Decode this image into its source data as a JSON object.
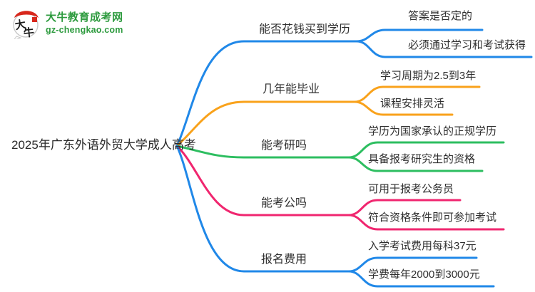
{
  "logo": {
    "site_name": "大牛教育成考网",
    "site_domain": "gz-chengkao.com",
    "icon_char_1": "大",
    "icon_char_2": "牛",
    "brand_green": "#2E9B3F",
    "icon_red": "#D8271C"
  },
  "mindmap": {
    "root": "2025年广东外语外贸大学成人高考",
    "branches": [
      {
        "label": "能否花钱买到学历",
        "color": "#2088E8",
        "children": [
          "答案是否定的",
          "必须通过学习和考试获得"
        ]
      },
      {
        "label": "几年能毕业",
        "color": "#F9A21B",
        "children": [
          "学习周期为2.5到3年",
          "课程安排灵活"
        ]
      },
      {
        "label": "能考研吗",
        "color": "#2DBE60",
        "children": [
          "学历为国家承认的正规学历",
          "具备报考研究生的资格"
        ]
      },
      {
        "label": "能考公吗",
        "color": "#F0266F",
        "children": [
          "可用于报考公务员",
          "符合资格条件即可参加考试"
        ]
      },
      {
        "label": "报名费用",
        "color": "#2088E8",
        "children": [
          "入学考试费用每科37元",
          "学费每年2000到3000元"
        ]
      }
    ]
  }
}
